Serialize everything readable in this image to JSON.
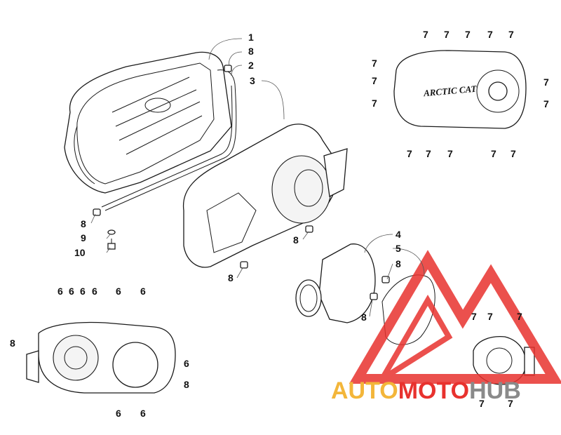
{
  "diagram": {
    "callouts": {
      "c1": "1",
      "c8a": "8",
      "c2": "2",
      "c3": "3",
      "c8b": "8",
      "c9": "9",
      "c10": "10",
      "c8c": "8",
      "c8d": "8",
      "c4": "4",
      "c5": "5",
      "c8e": "8",
      "c8f": "8",
      "ca7_1": "7",
      "ca7_2": "7",
      "ca7_3": "7",
      "ca7_4": "7",
      "ca7_5": "7",
      "ca7_6": "7",
      "ca7_7": "7",
      "ca7_8": "7",
      "ca7_9": "7",
      "ca7_10": "7",
      "ca7_11": "7",
      "ca7_12": "7",
      "ca7_13": "7",
      "ca7_14": "7",
      "ca7_15": "7",
      "cb6_1": "6",
      "cb6_2": "6",
      "cb6_3": "6",
      "cb6_4": "6",
      "cb6_5": "6",
      "cb6_6": "6",
      "cb6_7": "6",
      "cb6_8": "6",
      "cb6_9": "6",
      "cb8_1": "8",
      "cb8_2": "8",
      "cc7_1": "7",
      "cc7_2": "7",
      "cc7_3": "7",
      "cc7_4": "7",
      "cc7_5": "7"
    },
    "cover_brand_text": "ARCTIC CAT",
    "watermark": {
      "part1": "AUTO",
      "part2": "MOTO",
      "part3": "HUB"
    },
    "colors": {
      "watermark_red": "#e8322e",
      "watermark_yellow": "#f3b63a",
      "watermark_gray": "#8a8a8a"
    }
  }
}
